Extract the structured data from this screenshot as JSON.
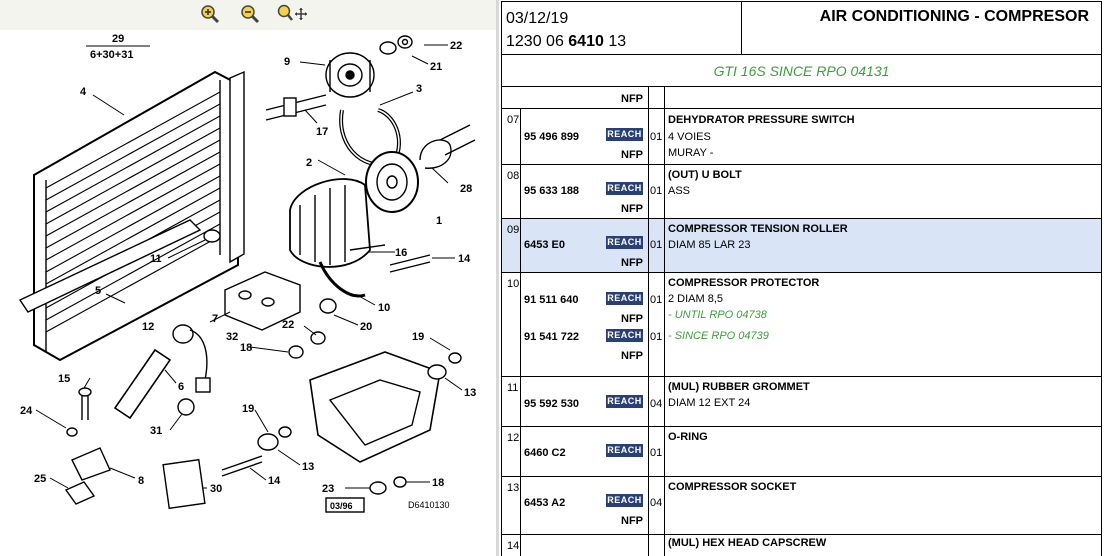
{
  "toolbar": {
    "zoom_in": "zoom-in",
    "zoom_out": "zoom-out",
    "pan": "zoom-pan"
  },
  "diagram": {
    "ref_top": "29",
    "ref_bottom": "6+30+31",
    "stamp": "03/96",
    "drawing_id": "D6410130",
    "labels": [
      "1",
      "2",
      "3",
      "4",
      "5",
      "6",
      "7",
      "8",
      "9",
      "10",
      "11",
      "12",
      "13",
      "13",
      "14",
      "14",
      "15",
      "16",
      "17",
      "18",
      "18",
      "19",
      "19",
      "20",
      "21",
      "22",
      "22",
      "23",
      "24",
      "25",
      "28",
      "30",
      "31",
      "32"
    ]
  },
  "header": {
    "date": "03/12/19",
    "code_prefix": "1230 06 ",
    "code_bold": "6410",
    "code_suffix": " 13",
    "title": "AIR CONDITIONING - COMPRESOR"
  },
  "subtitle": "GTI 16S SINCE RPO 04131",
  "top_nfp": "NFP",
  "rows": [
    {
      "idx": "07",
      "ref": "95 496 899",
      "reach": "REACH",
      "qty": "01",
      "nfp": "NFP",
      "desc": "DEHYDRATOR PRESSURE SWITCH",
      "det1": "4 VOIES",
      "det2": "MURAY -"
    },
    {
      "idx": "08",
      "ref": "95 633 188",
      "reach": "REACH",
      "qty": "01",
      "nfp": "NFP",
      "desc": "(OUT) U BOLT",
      "det1": "ASS"
    },
    {
      "idx": "09",
      "ref": "6453 E0",
      "reach": "REACH",
      "qty": "01",
      "nfp": "NFP",
      "desc": "COMPRESSOR TENSION ROLLER",
      "det1": "DIAM 85 LAR 23"
    },
    {
      "idx": "10",
      "ref": "91 511 640",
      "reach": "REACH",
      "qty": "01",
      "nfp": "NFP",
      "desc": "COMPRESSOR PROTECTOR",
      "det1": "2 DIAM 8,5",
      "det2": "- UNTIL RPO 04738",
      "ref2": "91 541 722",
      "reach2": "REACH",
      "qty2": "01",
      "nfp2": "NFP",
      "det3": "- SINCE RPO 04739"
    },
    {
      "idx": "11",
      "ref": "95 592 530",
      "reach": "REACH",
      "qty": "04",
      "desc": "(MUL) RUBBER GROMMET",
      "det1": "DIAM 12 EXT 24"
    },
    {
      "idx": "12",
      "ref": "6460 C2",
      "reach": "REACH",
      "qty": "01",
      "desc": "O-RING"
    },
    {
      "idx": "13",
      "ref": "6453 A2",
      "reach": "REACH",
      "qty": "04",
      "nfp": "NFP",
      "desc": "COMPRESSOR SOCKET"
    },
    {
      "idx": "14",
      "desc": "(MUL) HEX HEAD CAPSCREW"
    }
  ],
  "colors": {
    "reach_badge": "#2a3f73",
    "selected_row": "#d9e4f6",
    "green_note": "#3c9e3c"
  }
}
